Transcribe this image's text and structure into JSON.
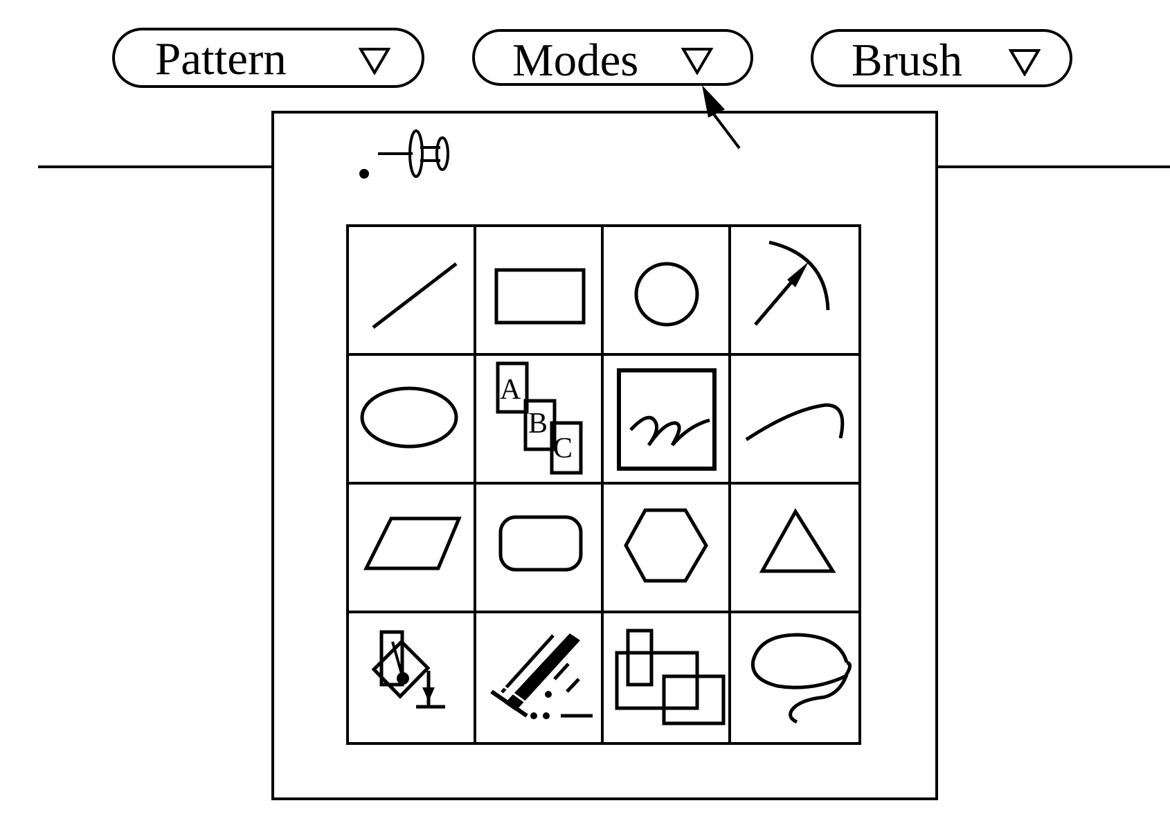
{
  "menus": [
    {
      "name": "pattern",
      "label": "Pattern",
      "icon": "dropdown-triangle-icon"
    },
    {
      "name": "modes",
      "label": "Modes",
      "icon": "dropdown-triangle-icon"
    },
    {
      "name": "brush",
      "label": "Brush",
      "icon": "dropdown-triangle-icon"
    }
  ],
  "palette": {
    "pin_icon": "pushpin-icon",
    "tools": [
      {
        "id": "line",
        "icon": "line-tool-icon"
      },
      {
        "id": "rectangle",
        "icon": "rectangle-tool-icon"
      },
      {
        "id": "circle",
        "icon": "circle-tool-icon"
      },
      {
        "id": "arc",
        "icon": "arc-tool-icon"
      },
      {
        "id": "ellipse",
        "icon": "ellipse-tool-icon"
      },
      {
        "id": "text",
        "icon": "text-tool-icon",
        "letters": [
          "A",
          "B",
          "C"
        ]
      },
      {
        "id": "freehand-frame",
        "icon": "freehand-frame-tool-icon"
      },
      {
        "id": "curve",
        "icon": "curve-tool-icon"
      },
      {
        "id": "parallelogram",
        "icon": "parallelogram-tool-icon"
      },
      {
        "id": "rounded-rectangle",
        "icon": "rounded-rectangle-tool-icon"
      },
      {
        "id": "hexagon",
        "icon": "hexagon-tool-icon"
      },
      {
        "id": "triangle",
        "icon": "triangle-tool-icon"
      },
      {
        "id": "rotate",
        "icon": "rotate-tool-icon"
      },
      {
        "id": "airbrush",
        "icon": "airbrush-tool-icon"
      },
      {
        "id": "overlap-rectangles",
        "icon": "overlap-rectangles-tool-icon"
      },
      {
        "id": "lasso",
        "icon": "lasso-tool-icon"
      }
    ]
  },
  "cursor_icon": "mouse-pointer-icon"
}
